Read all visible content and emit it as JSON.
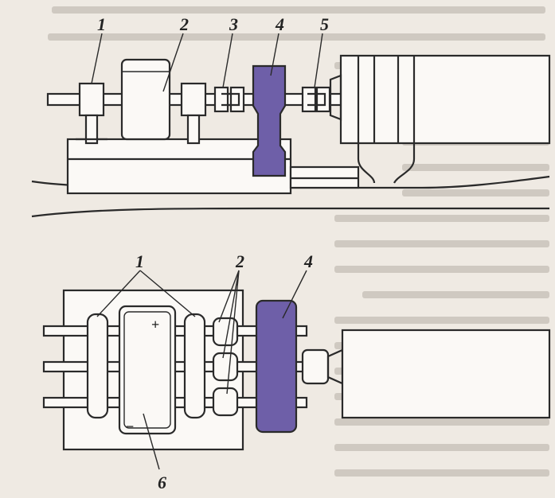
{
  "labels_top": [
    "1",
    "2",
    "3",
    "4",
    "5"
  ],
  "labels_bottom": [
    "1",
    "2",
    "4",
    "6"
  ],
  "symbols": {
    "plus": "+",
    "minus": "−"
  },
  "colors": {
    "accent_violet": "#6e5fa8",
    "ink": "#2a2a2a",
    "paper": "#efeae3"
  }
}
